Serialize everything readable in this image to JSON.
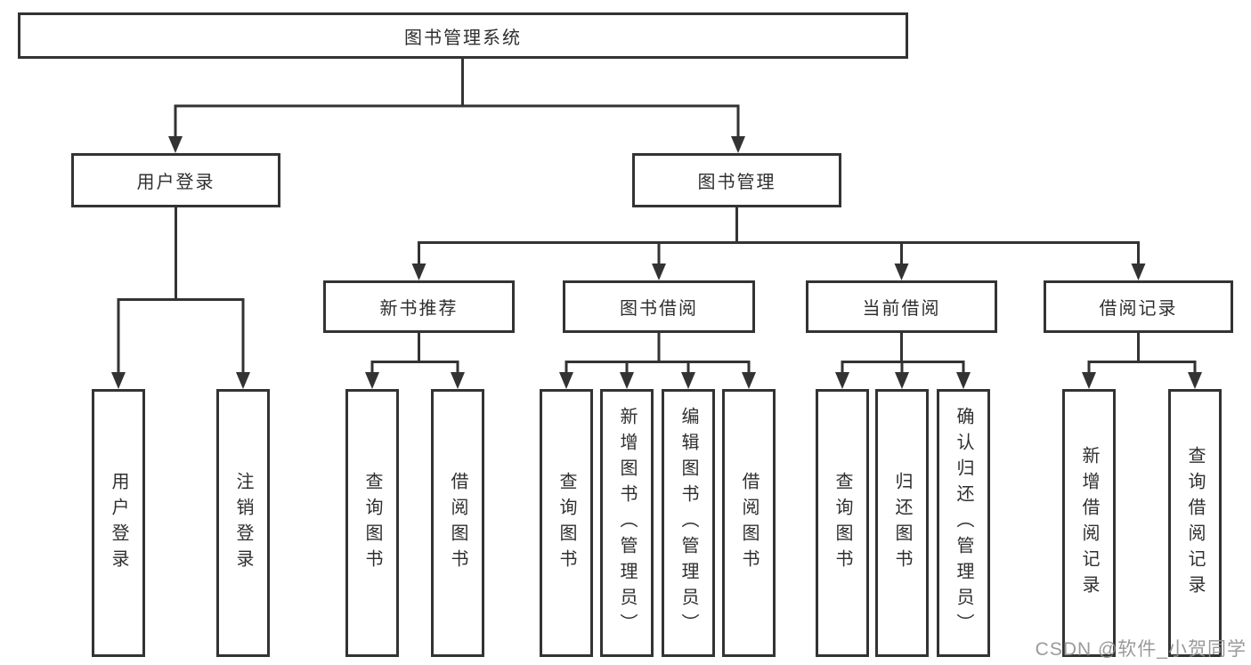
{
  "tree": {
    "root": {
      "label": "图书管理系统"
    },
    "branches": [
      {
        "label": "用户登录",
        "children": [
          "用户登录",
          "注销登录"
        ]
      },
      {
        "label": "图书管理",
        "groups": [
          {
            "label": "新书推荐",
            "children": [
              "查询图书",
              "借阅图书"
            ]
          },
          {
            "label": "图书借阅",
            "children": [
              "查询图书",
              "新增图书（管理员）",
              "编辑图书（管理员）",
              "借阅图书"
            ]
          },
          {
            "label": "当前借阅",
            "children": [
              "查询图书",
              "归还图书",
              "确认归还（管理员）"
            ]
          },
          {
            "label": "借阅记录",
            "children": [
              "新增借阅记录",
              "查询借阅记录"
            ]
          }
        ]
      }
    ]
  },
  "watermark": {
    "text": "CSDN @软件_小贺同学"
  },
  "colors": {
    "line": "#333333",
    "text": "#2f2f2f",
    "watermark": "#919191",
    "background": "#ffffff"
  }
}
